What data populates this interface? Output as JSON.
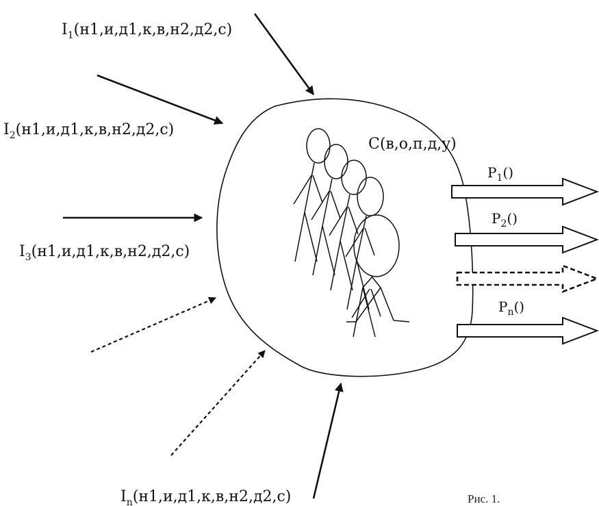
{
  "diagram": {
    "inputs": [
      {
        "symbol": "I",
        "index": "1",
        "args": "(н1,и,д1,к,в,н2,д2,с)",
        "style": "solid"
      },
      {
        "symbol": "I",
        "index": "2",
        "args": "(н1,и,д1,к,в,н2,д2,с)",
        "style": "solid"
      },
      {
        "symbol": "I",
        "index": "3",
        "args": "(н1,и,д1,к,в,н2,д2,с)",
        "style": "solid"
      },
      {
        "symbol": "",
        "index": "",
        "args": "",
        "style": "dashed"
      },
      {
        "symbol": "",
        "index": "",
        "args": "",
        "style": "dashed"
      },
      {
        "symbol": "I",
        "index": "n",
        "args": "(н1,и,д1,к,в,н2,д2,с)",
        "style": "solid"
      }
    ],
    "system": {
      "label": "С(в,о,п,д,у)",
      "people_count": 5
    },
    "outputs": [
      {
        "symbol": "P",
        "index": "1",
        "args": "()",
        "style": "solid"
      },
      {
        "symbol": "P",
        "index": "2",
        "args": "()",
        "style": "solid"
      },
      {
        "symbol": "",
        "index": "",
        "args": "",
        "style": "dashed"
      },
      {
        "symbol": "P",
        "index": "n",
        "args": "()",
        "style": "solid"
      }
    ],
    "caption": "Рис. 1."
  }
}
